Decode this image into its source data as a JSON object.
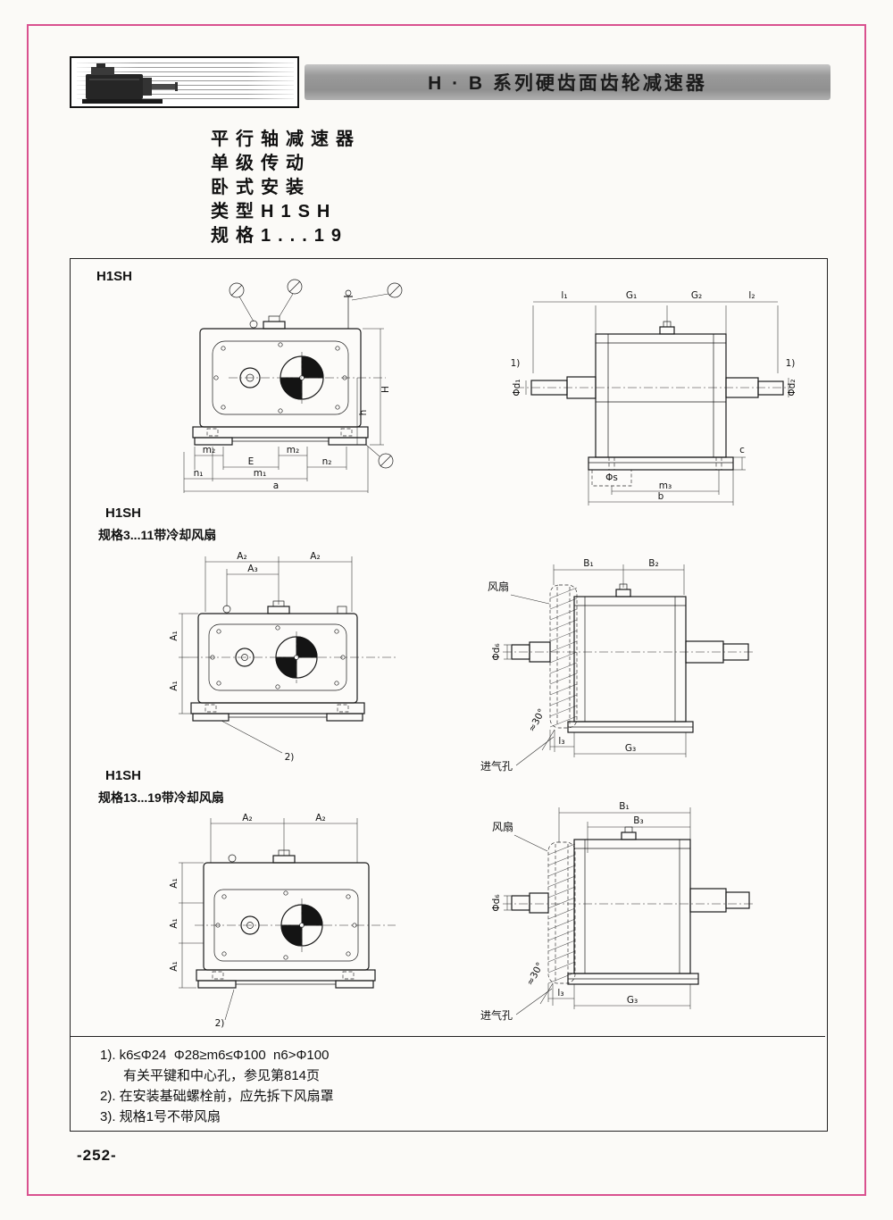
{
  "header": {
    "title": "H · B 系列硬齿面齿轮减速器"
  },
  "intro": {
    "line1": "平行轴减速器",
    "line2": "单级传动",
    "line3": "卧式安装",
    "line4": "类型H1SH",
    "line5": "规格1...19"
  },
  "sections": {
    "one": {
      "title": "H1SH",
      "left": {
        "H": "H",
        "h": "h",
        "m2a": "m₂",
        "m2b": "m₂",
        "E": "E",
        "n2": "n₂",
        "n1": "n₁",
        "m1": "m₁",
        "a": "a"
      },
      "right": {
        "l1": "l₁",
        "G1": "G₁",
        "G2": "G₂",
        "l2": "l₂",
        "d1": "Φd₁",
        "d2": "Φd₂",
        "note1a": "1)",
        "note1b": "1)",
        "s": "Φs",
        "m3": "m₃",
        "b": "b",
        "c": "c"
      }
    },
    "two": {
      "title": "H1SH",
      "subtitle": "规格3...11带冷却风扇",
      "left": {
        "A2a": "A₂",
        "A2b": "A₂",
        "A3": "A₃",
        "A1a": "A₁",
        "A1b": "A₁",
        "note2": "2)"
      },
      "right": {
        "B1": "B₁",
        "B2": "B₂",
        "fan": "风扇",
        "d6": "Φd₆",
        "angle": "≈30°",
        "l3": "l₃",
        "G3": "G₃",
        "inlet": "进气孔"
      }
    },
    "three": {
      "title": "H1SH",
      "subtitle": "规格13...19带冷却风扇",
      "left": {
        "A2a": "A₂",
        "A2b": "A₂",
        "A1a": "A₁",
        "A1b": "A₁",
        "A1c": "A₁",
        "note2": "2)"
      },
      "right": {
        "B1": "B₁",
        "B3": "B₃",
        "fan": "风扇",
        "d6": "Φd₆",
        "angle": "≈30°",
        "l3": "l₃",
        "G3": "G₃",
        "inlet": "进气孔"
      }
    }
  },
  "footnotes": {
    "f1": "1). k6≤Φ24  Φ28≥m6≤Φ100  n6>Φ100",
    "f2": "有关平键和中心孔，参见第814页",
    "f3": "2). 在安装基础螺栓前，应先拆下风扇罩",
    "f4": "3). 规格1号不带风扇"
  },
  "footer": {
    "page_number": "-252-"
  }
}
